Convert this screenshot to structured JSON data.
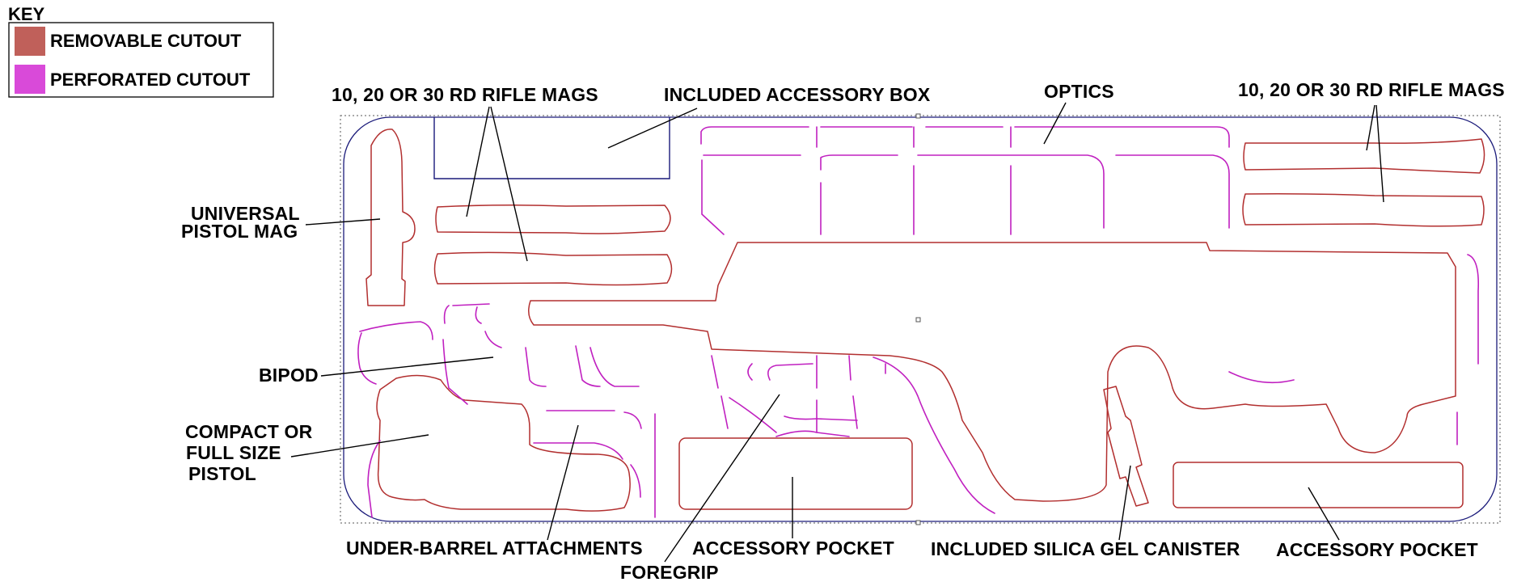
{
  "colors": {
    "removable": "#b22f2f",
    "perforated": "#c020c0",
    "outline": "#1a1a7a",
    "key_removable_swatch": "#c0605a",
    "key_perforated_swatch": "#d94ad9"
  },
  "key": {
    "title": "KEY",
    "removable_label": "REMOVABLE CUTOUT",
    "perforated_label": "PERFORATED CUTOUT"
  },
  "labels": {
    "rifle_mags_left": "10, 20 OR 30 RD RIFLE MAGS",
    "accessory_box": "INCLUDED ACCESSORY BOX",
    "optics": "OPTICS",
    "rifle_mags_right": "10, 20 OR 30 RD RIFLE MAGS",
    "pistol_mag_line1": "UNIVERSAL",
    "pistol_mag_line2": "PISTOL MAG",
    "bipod": "BIPOD",
    "pistol_line1": "COMPACT OR",
    "pistol_line2": "FULL SIZE",
    "pistol_line3": "PISTOL",
    "under_barrel": "UNDER-BARREL ATTACHMENTS",
    "accessory_pocket_left": "ACCESSORY POCKET",
    "foregrip": "FOREGRIP",
    "silica_gel": "INCLUDED SILICA GEL CANISTER",
    "accessory_pocket_right": "ACCESSORY POCKET"
  }
}
